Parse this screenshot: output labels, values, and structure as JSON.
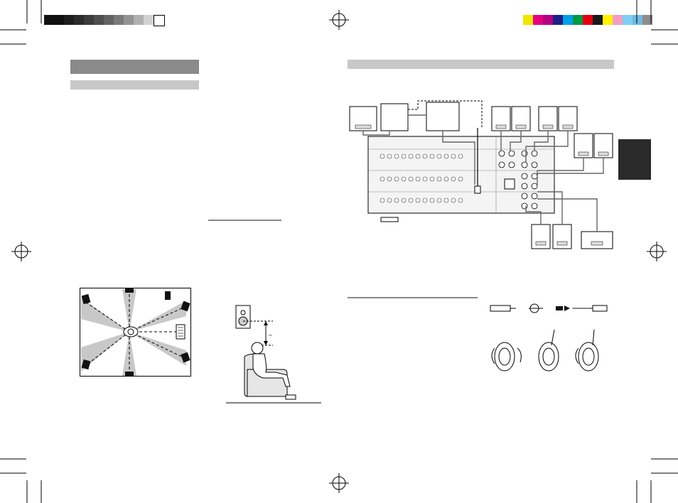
{
  "page": {
    "background": "#ffffff",
    "heading_bar_color": "#8a8a8a",
    "subheading_bar_color": "#c8c8c8",
    "section_tab_color": "#2a2a2a"
  },
  "registration": {
    "gray_scale": [
      "#111111",
      "#111111",
      "#1e1e1e",
      "#2c2c2c",
      "#3c3c3c",
      "#4e4e4e",
      "#636363",
      "#7a7a7a",
      "#939393",
      "#b0b0b0",
      "#d2d2d2",
      "#ffffff"
    ],
    "color_bar": [
      "#f0e400",
      "#e4007f",
      "#b5007f",
      "#1d2088",
      "#00a0e9",
      "#009944",
      "#e60012",
      "#1a1a1a",
      "#fff100",
      "#f19ec2",
      "#7ecef4",
      "#6fbae4",
      "#8c8c8c"
    ]
  },
  "diagrams": {
    "room_layout": "speaker-placement-diagram",
    "listener": "listening-height-diagram",
    "connections": "speaker-connection-diagram",
    "terminals": "speaker-terminal-diagram"
  },
  "height_symbol": "~"
}
